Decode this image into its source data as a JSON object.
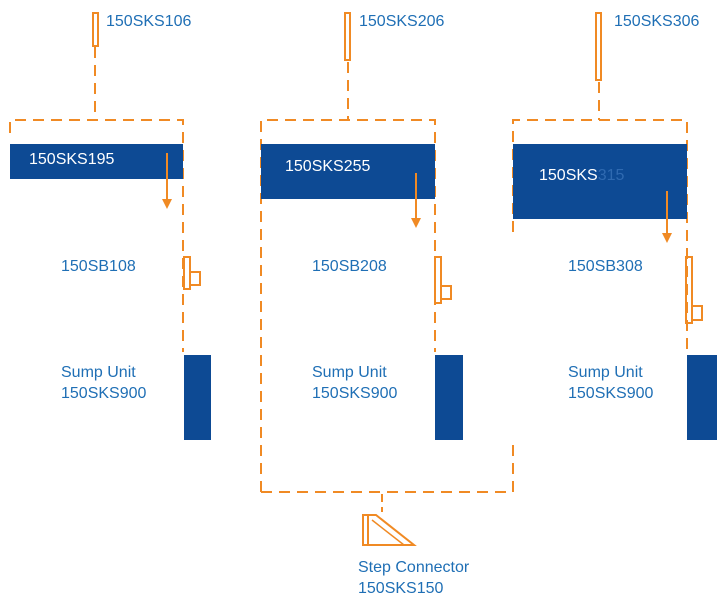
{
  "columns": [
    {
      "top_part": "150SKS106",
      "bar_part": "150SKS195",
      "middle_part": "150SB108",
      "sump_title": "Sump Unit",
      "sump_part": "150SKS900"
    },
    {
      "top_part": "150SKS206",
      "bar_part": "150SKS255",
      "middle_part": "150SB208",
      "sump_title": "Sump Unit",
      "sump_part": "150SKS900"
    },
    {
      "top_part": "150SKS306",
      "bar_part_visible": "150SKS",
      "bar_part_faded": "315",
      "middle_part": "150SB308",
      "sump_title": "Sump Unit",
      "sump_part": "150SKS900"
    }
  ],
  "step_connector": {
    "title": "Step Connector",
    "part": "150SKS150"
  },
  "colors": {
    "orange": "#f08a24",
    "navy": "#0d4a94",
    "label_blue": "#1f6fb5",
    "white": "#ffffff"
  }
}
